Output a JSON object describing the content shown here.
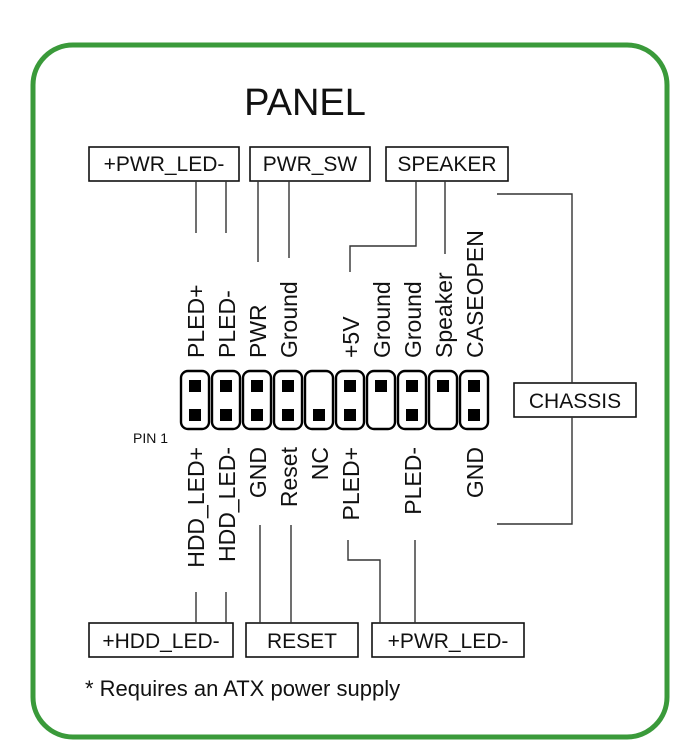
{
  "title": "PANEL",
  "pin1_label": "PIN 1",
  "top_pins": [
    "PLED+",
    "PLED-",
    "PWR",
    "Ground",
    "+5V",
    "Ground",
    "Ground",
    "Speaker",
    "CASEOPEN"
  ],
  "bottom_pins": [
    "HDD_LED+",
    "HDD_LED-",
    "GND",
    "Reset",
    "NC",
    "PLED+",
    "PLED-",
    "GND"
  ],
  "top_boxes": [
    "+PWR_LED-",
    "PWR_SW",
    "SPEAKER"
  ],
  "side_box": "CHASSIS",
  "bottom_boxes": [
    "+HDD_LED-",
    "RESET",
    "+PWR_LED-"
  ],
  "footnote": "* Requires an ATX power supply",
  "colors": {
    "frame": "#3a9a3a",
    "line": "#333333",
    "pin": "#000000"
  }
}
